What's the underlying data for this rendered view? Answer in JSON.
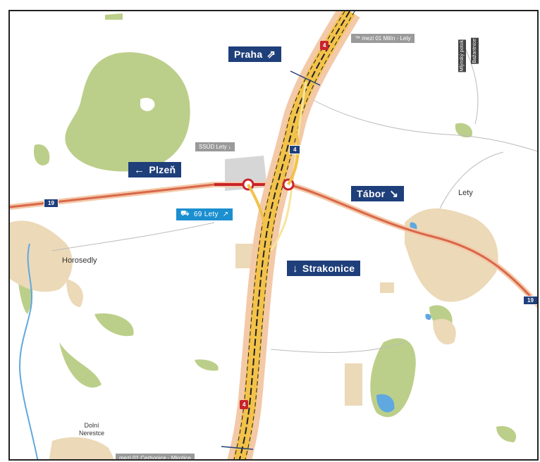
{
  "signs": {
    "praha": {
      "label": "Praha",
      "glyph": "⇗"
    },
    "plzen": {
      "label": "Plzeň",
      "glyph": "←"
    },
    "tabor": {
      "label": "Tábor",
      "glyph": "↘"
    },
    "strakonice": {
      "label": "Strakonice",
      "glyph": "↓"
    },
    "exit_lety": {
      "label": "69 Lety",
      "glyph": "↗"
    }
  },
  "places": {
    "lety": "Lety",
    "horosedly": "Horosedly",
    "dolni_nerestce_line1": "Dolní",
    "dolni_nerestce_line2": "Nerestce"
  },
  "grey_labels": {
    "top": "™ mezi 01 Milín - Lety",
    "ssud": "SSÚD Lety ↓",
    "bottom": "mezi 01 Cerhonice - Mirotice"
  },
  "road_numbers": {
    "r19_left": "19",
    "r19_right": "19",
    "d4_top": "4",
    "d4_mid": "4",
    "d4_bottom": "4"
  },
  "vertical_labels": {
    "a": "Mlýnský potok",
    "b": "Bažantnice"
  },
  "colors": {
    "motorway": "#f2c24a",
    "road": "#d9674a",
    "forest": "#bccf8a",
    "built_up": "#ecd9b8",
    "water": "#5fa8e0",
    "sign_blue": "#1f3f7a",
    "exit_cyan": "#1b8fd0",
    "shield_red": "#c8242c"
  }
}
